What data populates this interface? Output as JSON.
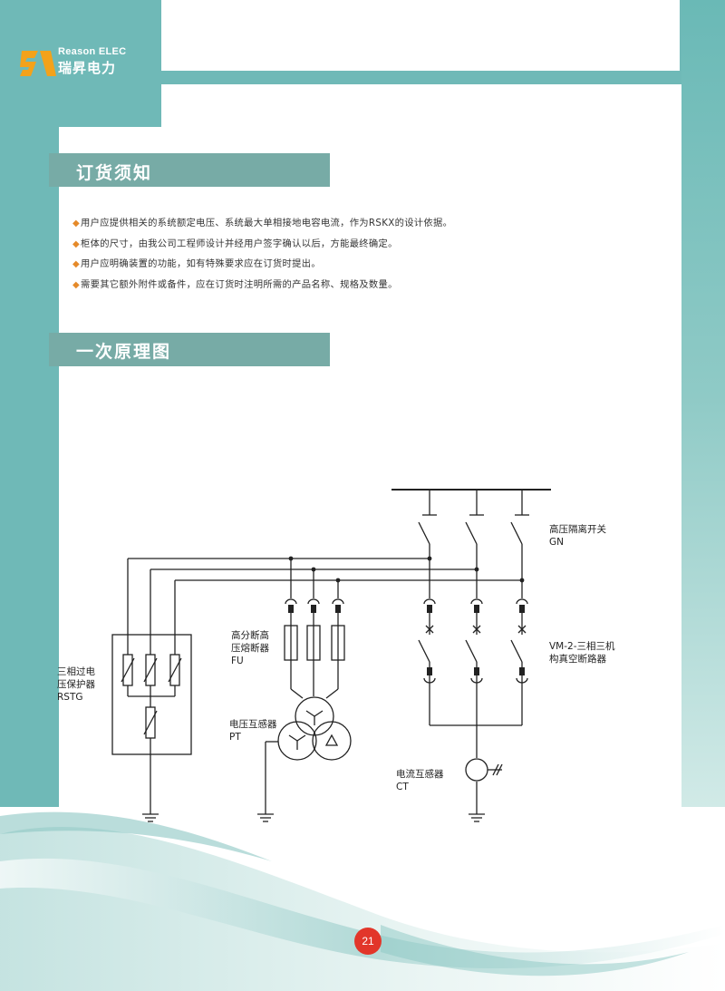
{
  "brand": {
    "name_en": "Reason ELEC",
    "name_cn": "瑞昇电力"
  },
  "sections": {
    "ordering": {
      "title": "订货须知"
    },
    "diagram": {
      "title": "一次原理图"
    }
  },
  "notes": [
    "用户应提供相关的系统额定电压、系统最大单相接地电容电流，作为RSKX的设计依据。",
    "柜体的尺寸，由我公司工程师设计并经用户签字确认以后，方能最终确定。",
    "用户应明确装置的功能，如有特殊要求应在订货时提出。",
    "需要其它额外附件或备件，应在订货时注明所需的产品名称、规格及数量。"
  ],
  "bullet_symbol": "◆",
  "diagram_labels": {
    "gn": [
      "高压隔离开关",
      "GN"
    ],
    "vm": [
      "VM-2-三相三机",
      "构真空断路器"
    ],
    "fu": [
      "高分断高",
      "压熔断器",
      "FU"
    ],
    "rstg": [
      "三相过电",
      "压保护器",
      "RSTG"
    ],
    "pt": [
      "电压互感器",
      "PT"
    ],
    "ct": [
      "电流互感器",
      "CT"
    ]
  },
  "page_number": "21",
  "colors": {
    "teal": "#6fb9b7",
    "section_bar": "#77aba6",
    "bullet": "#e58a2a",
    "page_badge": "#e2362a"
  }
}
